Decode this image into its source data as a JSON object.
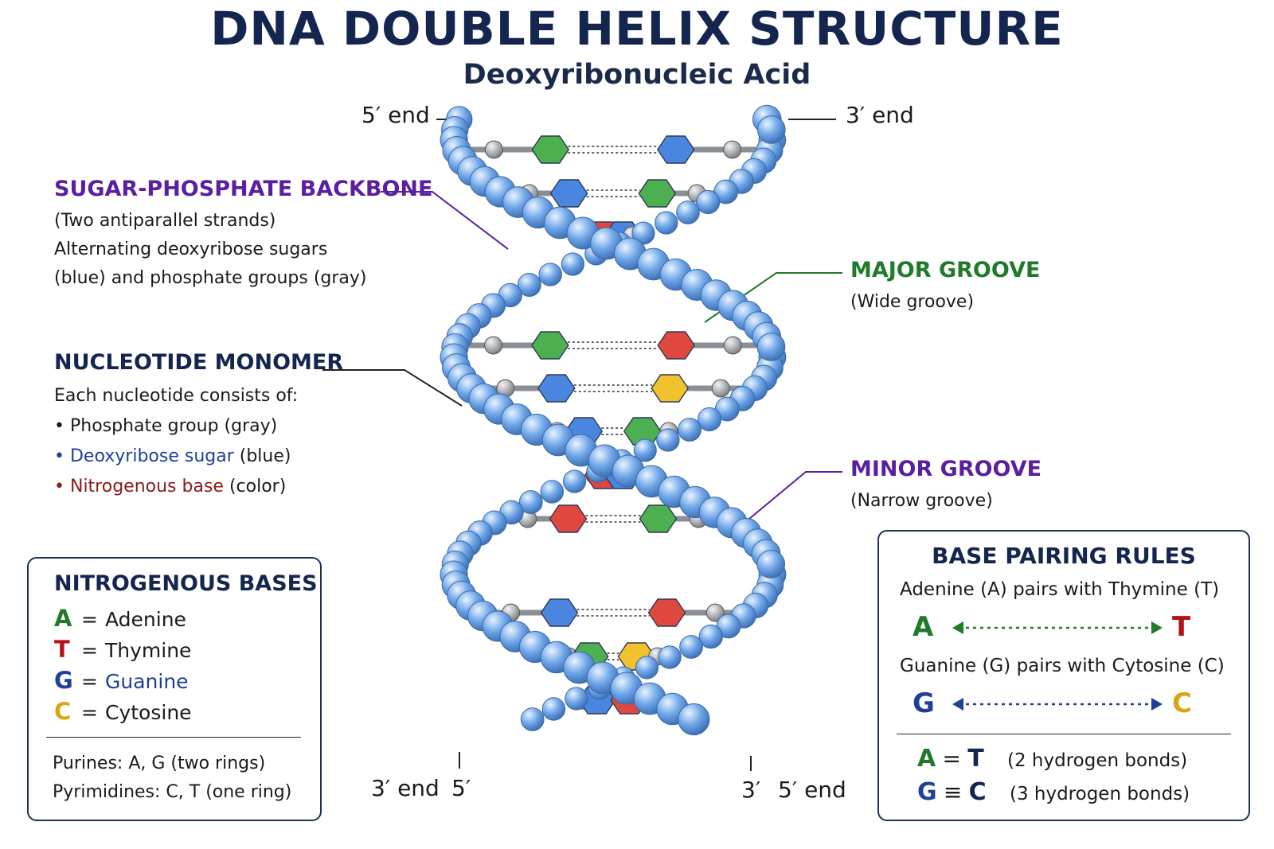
{
  "title": "DNA DOUBLE HELIX STRUCTURE",
  "subtitle": "Deoxyribonucleic Acid",
  "ends": {
    "top_left": "5′ end",
    "top_right": "3′ end",
    "bottom_left_a": "3′ end",
    "bottom_left_b": "5′",
    "bottom_right_a": "3′",
    "bottom_right_b": "5′ end"
  },
  "backbone": {
    "heading": "SUGAR-PHOSPHATE BACKBONE",
    "lines": [
      "(Two antiparallel strands)",
      "Alternating deoxyribose sugars",
      "(blue) and phosphate groups (gray)"
    ]
  },
  "nucleotide": {
    "heading": "NUCLEOTIDE MONOMER",
    "intro": "Each nucleotide consists of:",
    "items": [
      {
        "term": "Phosphate group",
        "suffix": " (gray)"
      },
      {
        "term": "Deoxyribose sugar",
        "suffix": " (blue)"
      },
      {
        "term": "Nitrogenous base",
        "suffix": " (color)"
      }
    ]
  },
  "major_groove": {
    "heading": "MAJOR GROOVE",
    "sub": "(Wide groove)"
  },
  "minor_groove": {
    "heading": "MINOR GROOVE",
    "sub": "(Narrow groove)"
  },
  "bases_panel": {
    "heading": "NITROGENOUS BASES",
    "rows": [
      {
        "letter": "A",
        "eq": "=",
        "name": "Adenine"
      },
      {
        "letter": "T",
        "eq": "=",
        "name": "Thymine"
      },
      {
        "letter": "G",
        "eq": "=",
        "name": "Guanine"
      },
      {
        "letter": "C",
        "eq": "=",
        "name": "Cytosine"
      }
    ],
    "purines": "Purines: A, G (two rings)",
    "pyrimidines": "Pyrimidines: C, T (one ring)"
  },
  "pairing_panel": {
    "heading": "BASE PAIRING RULES",
    "at_text": "Adenine (A) pairs with Thymine (T)",
    "gc_text": "Guanine (G) pairs with Cytosine (C)",
    "A": "A",
    "T": "T",
    "G": "G",
    "C": "C",
    "rule1": {
      "left": "A",
      "op": "=",
      "right": "T",
      "note": "(2 hydrogen bonds)"
    },
    "rule2": {
      "left": "G",
      "op": "≡",
      "right": "C",
      "note": "(3 hydrogen bonds)"
    }
  },
  "colors": {
    "navy": "#14254f",
    "purple": "#5a1fa0",
    "green": "#1f7a2a",
    "blue": "#1f3f9a",
    "red": "#b3121a",
    "yellow": "#d9a514",
    "dark_red": "#8b1a1a",
    "sugar": "#6fa6e8",
    "phosphate": "#b0b4ba",
    "base_A": "#4caf50",
    "base_T": "#e0473f",
    "base_G": "#4a86e0",
    "base_C": "#f2c12e"
  }
}
